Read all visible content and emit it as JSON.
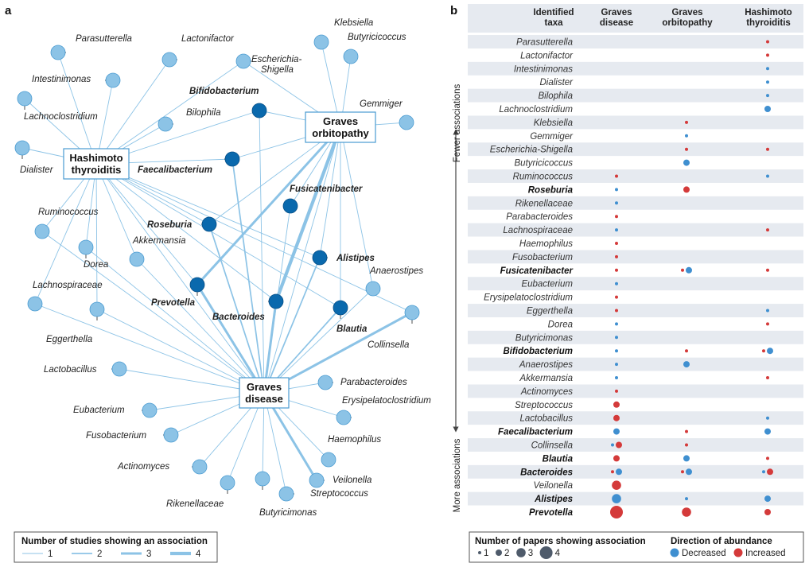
{
  "panels": {
    "a": "a",
    "b": "b"
  },
  "colors": {
    "edge": "#8cc3e6",
    "node": "#8cc3e6",
    "node_stroke": "#4a9bd1",
    "bold_node": "#0a69ad",
    "decreased": "#3f8fd0",
    "increased": "#d43a3a",
    "stripe": "#e6eaf0"
  },
  "network": {
    "hubs": [
      {
        "id": "H",
        "lines": [
          "Hashimoto",
          "thyroiditis"
        ]
      },
      {
        "id": "O",
        "lines": [
          "Graves",
          "orbitopathy"
        ]
      },
      {
        "id": "G",
        "lines": [
          "Graves",
          "disease"
        ]
      }
    ],
    "nodes": [
      {
        "id": "parasutterella",
        "label": "Parasutterella",
        "bold": false
      },
      {
        "id": "lactonifactor",
        "label": "Lactonifactor",
        "bold": false
      },
      {
        "id": "escherichia",
        "label": "Escherichia-",
        "label2": "Shigella",
        "bold": false
      },
      {
        "id": "klebsiella",
        "label": "Klebsiella",
        "bold": false
      },
      {
        "id": "butyricicoccus",
        "label": "Butyricicoccus",
        "bold": false
      },
      {
        "id": "intestinimonas",
        "label": "Intestinimonas",
        "bold": false
      },
      {
        "id": "bifidobacterium",
        "label": "Bifidobacterium",
        "bold": true
      },
      {
        "id": "gemmiger",
        "label": "Gemmiger",
        "bold": false
      },
      {
        "id": "lachnoclostridium",
        "label": "Lachnoclostridium",
        "bold": false
      },
      {
        "id": "bilophila",
        "label": "Bilophila",
        "bold": false
      },
      {
        "id": "dialister",
        "label": "Dialister",
        "bold": false
      },
      {
        "id": "faecalibacterium",
        "label": "Faecalibacterium",
        "bold": true
      },
      {
        "id": "fusicatenibacter",
        "label": "Fusicatenibacter",
        "bold": true
      },
      {
        "id": "ruminococcus",
        "label": "Ruminococcus",
        "bold": false
      },
      {
        "id": "roseburia",
        "label": "Roseburia",
        "bold": true
      },
      {
        "id": "akkermansia",
        "label": "Akkermansia",
        "bold": false
      },
      {
        "id": "dorea",
        "label": "Dorea",
        "bold": false
      },
      {
        "id": "alistipes",
        "label": "Alistipes",
        "bold": true
      },
      {
        "id": "anaerostipes",
        "label": "Anaerostipes",
        "bold": false
      },
      {
        "id": "lachnospiraceae",
        "label": "Lachnospiraceae",
        "bold": false
      },
      {
        "id": "prevotella",
        "label": "Prevotella",
        "bold": true
      },
      {
        "id": "bacteroides",
        "label": "Bacteroides",
        "bold": true
      },
      {
        "id": "blautia",
        "label": "Blautia",
        "bold": true
      },
      {
        "id": "eggerthella",
        "label": "Eggerthella",
        "bold": false
      },
      {
        "id": "collinsella",
        "label": "Collinsella",
        "bold": false
      },
      {
        "id": "lactobacillus",
        "label": "Lactobacillus",
        "bold": false
      },
      {
        "id": "parabacteroides",
        "label": "Parabacteroides",
        "bold": false
      },
      {
        "id": "erysipelatoclostridium",
        "label": "Erysipelatoclostridium",
        "bold": false
      },
      {
        "id": "eubacterium",
        "label": "Eubacterium",
        "bold": false
      },
      {
        "id": "fusobacterium",
        "label": "Fusobacterium",
        "bold": false
      },
      {
        "id": "haemophilus",
        "label": "Haemophilus",
        "bold": false
      },
      {
        "id": "actinomyces",
        "label": "Actinomyces",
        "bold": false
      },
      {
        "id": "veilonella",
        "label": "Veilonella",
        "bold": false
      },
      {
        "id": "streptococcus",
        "label": "Streptococcus",
        "bold": false
      },
      {
        "id": "rikenellaceae",
        "label": "Rikenellaceae",
        "bold": false
      },
      {
        "id": "butyricimonas",
        "label": "Butyricimonas",
        "bold": false
      }
    ],
    "edges": [
      [
        "parasutterella",
        "H",
        1
      ],
      [
        "lactonifactor",
        "H",
        1
      ],
      [
        "intestinimonas",
        "H",
        1
      ],
      [
        "lachnoclostridium",
        "H",
        1
      ],
      [
        "dialister",
        "H",
        1
      ],
      [
        "bilophila",
        "H",
        1
      ],
      [
        "ruminococcus",
        "H",
        1
      ],
      [
        "lachnospiraceae",
        "H",
        1
      ],
      [
        "eggerthella",
        "H",
        1
      ],
      [
        "dorea",
        "H",
        1
      ],
      [
        "akkermansia",
        "H",
        1
      ],
      [
        "blautia",
        "H",
        1
      ],
      [
        "collinsella",
        "H",
        1
      ],
      [
        "bifidobacterium",
        "H",
        1
      ],
      [
        "faecalibacterium",
        "H",
        1
      ],
      [
        "roseburia",
        "H",
        1
      ],
      [
        "alistipes",
        "H",
        1
      ],
      [
        "prevotella",
        "H",
        1
      ],
      [
        "bacteroides",
        "H",
        1
      ],
      [
        "H",
        "G",
        1
      ],
      [
        "escherichia",
        "H",
        1
      ],
      [
        "escherichia",
        "O",
        1
      ],
      [
        "klebsiella",
        "O",
        1
      ],
      [
        "butyricicoccus",
        "O",
        1
      ],
      [
        "gemmiger",
        "O",
        1
      ],
      [
        "bifidobacterium",
        "O",
        1
      ],
      [
        "faecalibacterium",
        "O",
        1
      ],
      [
        "fusicatenibacter",
        "O",
        1
      ],
      [
        "alistipes",
        "O",
        1
      ],
      [
        "anaerostipes",
        "O",
        1
      ],
      [
        "roseburia",
        "O",
        1
      ],
      [
        "prevotella",
        "O",
        3
      ],
      [
        "bacteroides",
        "O",
        4
      ],
      [
        "blautia",
        "O",
        1
      ],
      [
        "O",
        "G",
        1
      ],
      [
        "ruminococcus",
        "G",
        1
      ],
      [
        "roseburia",
        "G",
        2
      ],
      [
        "akkermansia",
        "G",
        1
      ],
      [
        "dorea",
        "G",
        1
      ],
      [
        "lachnospiraceae",
        "G",
        1
      ],
      [
        "eggerthella",
        "G",
        1
      ],
      [
        "lactobacillus",
        "G",
        1
      ],
      [
        "prevotella",
        "G",
        3
      ],
      [
        "bacteroides",
        "G",
        3
      ],
      [
        "blautia",
        "G",
        2
      ],
      [
        "alistipes",
        "G",
        2
      ],
      [
        "fusicatenibacter",
        "G",
        1
      ],
      [
        "faecalibacterium",
        "G",
        2
      ],
      [
        "bifidobacterium",
        "G",
        1
      ],
      [
        "anaerostipes",
        "G",
        1
      ],
      [
        "collinsella",
        "G",
        3
      ],
      [
        "parabacteroides",
        "G",
        1
      ],
      [
        "erysipelatoclostridium",
        "G",
        1
      ],
      [
        "eubacterium",
        "G",
        1
      ],
      [
        "fusobacterium",
        "G",
        1
      ],
      [
        "haemophilus",
        "G",
        1
      ],
      [
        "actinomyces",
        "G",
        1
      ],
      [
        "veilonella",
        "G",
        3
      ],
      [
        "streptococcus",
        "G",
        1
      ],
      [
        "rikenellaceae",
        "G",
        1
      ],
      [
        "butyricimonas",
        "G",
        1
      ]
    ]
  },
  "legend_a": {
    "title": "Number of studies showing an association",
    "items": [
      {
        "label": "1",
        "w": 1
      },
      {
        "label": "2",
        "w": 2
      },
      {
        "label": "3",
        "w": 3
      },
      {
        "label": "4",
        "w": 4
      }
    ]
  },
  "matrix": {
    "headers": [
      [
        "Identified",
        "taxa"
      ],
      [
        "Graves",
        "disease"
      ],
      [
        "Graves",
        "orbitopathy"
      ],
      [
        "Hashimoto",
        "thyroiditis"
      ]
    ],
    "side_top": "Fewer associations",
    "side_bottom": "More associations",
    "rows": [
      {
        "taxon": "Parasutterella",
        "bold": false,
        "cells": [
          [],
          [],
          [
            [
              "I",
              1
            ]
          ]
        ]
      },
      {
        "taxon": "Lactonifactor",
        "bold": false,
        "cells": [
          [],
          [],
          [
            [
              "I",
              1
            ]
          ]
        ]
      },
      {
        "taxon": "Intestinimonas",
        "bold": false,
        "cells": [
          [],
          [],
          [
            [
              "D",
              1
            ]
          ]
        ]
      },
      {
        "taxon": "Dialister",
        "bold": false,
        "cells": [
          [],
          [],
          [
            [
              "D",
              1
            ]
          ]
        ]
      },
      {
        "taxon": "Bilophila",
        "bold": false,
        "cells": [
          [],
          [],
          [
            [
              "D",
              1
            ]
          ]
        ]
      },
      {
        "taxon": "Lachnoclostridium",
        "bold": false,
        "cells": [
          [],
          [],
          [
            [
              "D",
              2
            ]
          ]
        ]
      },
      {
        "taxon": "Klebsiella",
        "bold": false,
        "cells": [
          [],
          [
            [
              "I",
              1
            ]
          ],
          []
        ]
      },
      {
        "taxon": "Gemmiger",
        "bold": false,
        "cells": [
          [],
          [
            [
              "D",
              1
            ]
          ],
          []
        ]
      },
      {
        "taxon": "Escherichia-Shigella",
        "bold": false,
        "cells": [
          [],
          [
            [
              "I",
              1
            ]
          ],
          [
            [
              "I",
              1
            ]
          ]
        ]
      },
      {
        "taxon": "Butyricicoccus",
        "bold": false,
        "cells": [
          [],
          [
            [
              "D",
              2
            ]
          ],
          []
        ]
      },
      {
        "taxon": "Ruminococcus",
        "bold": false,
        "cells": [
          [
            [
              "I",
              1
            ]
          ],
          [],
          [
            [
              "D",
              1
            ]
          ]
        ]
      },
      {
        "taxon": "Roseburia",
        "bold": true,
        "cells": [
          [
            [
              "D",
              1
            ]
          ],
          [
            [
              "I",
              2
            ]
          ],
          []
        ]
      },
      {
        "taxon": "Rikenellaceae",
        "bold": false,
        "cells": [
          [
            [
              "D",
              1
            ]
          ],
          [],
          []
        ]
      },
      {
        "taxon": "Parabacteroides",
        "bold": false,
        "cells": [
          [
            [
              "I",
              1
            ]
          ],
          [],
          []
        ]
      },
      {
        "taxon": "Lachnospiraceae",
        "bold": false,
        "cells": [
          [
            [
              "D",
              1
            ]
          ],
          [],
          [
            [
              "I",
              1
            ]
          ]
        ]
      },
      {
        "taxon": "Haemophilus",
        "bold": false,
        "cells": [
          [
            [
              "I",
              1
            ]
          ],
          [],
          []
        ]
      },
      {
        "taxon": "Fusobacterium",
        "bold": false,
        "cells": [
          [
            [
              "I",
              1
            ]
          ],
          [],
          []
        ]
      },
      {
        "taxon": "Fusicatenibacter",
        "bold": true,
        "cells": [
          [
            [
              "I",
              1
            ]
          ],
          [
            [
              "I",
              1
            ],
            [
              "D",
              2
            ]
          ],
          [
            [
              "I",
              1
            ]
          ]
        ]
      },
      {
        "taxon": "Eubacterium",
        "bold": false,
        "cells": [
          [
            [
              "D",
              1
            ]
          ],
          [],
          []
        ]
      },
      {
        "taxon": "Erysipelatoclostridium",
        "bold": false,
        "cells": [
          [
            [
              "I",
              1
            ]
          ],
          [],
          []
        ]
      },
      {
        "taxon": "Eggerthella",
        "bold": false,
        "cells": [
          [
            [
              "I",
              1
            ]
          ],
          [],
          [
            [
              "D",
              1
            ]
          ]
        ]
      },
      {
        "taxon": "Dorea",
        "bold": false,
        "cells": [
          [
            [
              "D",
              1
            ]
          ],
          [],
          [
            [
              "I",
              1
            ]
          ]
        ]
      },
      {
        "taxon": "Butyricimonas",
        "bold": false,
        "cells": [
          [
            [
              "D",
              1
            ]
          ],
          [],
          []
        ]
      },
      {
        "taxon": "Bifidobacterium",
        "bold": true,
        "cells": [
          [
            [
              "D",
              1
            ]
          ],
          [
            [
              "I",
              1
            ]
          ],
          [
            [
              "I",
              1
            ],
            [
              "D",
              2
            ]
          ]
        ]
      },
      {
        "taxon": "Anaerostipes",
        "bold": false,
        "cells": [
          [
            [
              "D",
              1
            ]
          ],
          [
            [
              "D",
              2
            ]
          ],
          []
        ]
      },
      {
        "taxon": "Akkermansia",
        "bold": false,
        "cells": [
          [
            [
              "D",
              1
            ]
          ],
          [],
          [
            [
              "I",
              1
            ]
          ]
        ]
      },
      {
        "taxon": "Actinomyces",
        "bold": false,
        "cells": [
          [
            [
              "I",
              1
            ]
          ],
          [],
          []
        ]
      },
      {
        "taxon": "Streptococcus",
        "bold": false,
        "cells": [
          [
            [
              "I",
              2
            ]
          ],
          [],
          []
        ]
      },
      {
        "taxon": "Lactobacillus",
        "bold": false,
        "cells": [
          [
            [
              "I",
              2
            ]
          ],
          [],
          [
            [
              "D",
              1
            ]
          ]
        ]
      },
      {
        "taxon": "Faecalibacterium",
        "bold": true,
        "cells": [
          [
            [
              "D",
              2
            ]
          ],
          [
            [
              "I",
              1
            ]
          ],
          [
            [
              "D",
              2
            ]
          ]
        ]
      },
      {
        "taxon": "Collinsella",
        "bold": false,
        "cells": [
          [
            [
              "D",
              1
            ],
            [
              "I",
              2
            ]
          ],
          [
            [
              "I",
              1
            ]
          ],
          []
        ]
      },
      {
        "taxon": "Blautia",
        "bold": true,
        "cells": [
          [
            [
              "I",
              2
            ]
          ],
          [
            [
              "D",
              2
            ]
          ],
          [
            [
              "I",
              1
            ]
          ]
        ]
      },
      {
        "taxon": "Bacteroides",
        "bold": true,
        "cells": [
          [
            [
              "I",
              1
            ],
            [
              "D",
              2
            ]
          ],
          [
            [
              "I",
              1
            ],
            [
              "D",
              2
            ]
          ],
          [
            [
              "D",
              1
            ],
            [
              "I",
              2
            ]
          ]
        ]
      },
      {
        "taxon": "Veilonella",
        "bold": false,
        "cells": [
          [
            [
              "I",
              3
            ]
          ],
          [],
          []
        ]
      },
      {
        "taxon": "Alistipes",
        "bold": true,
        "cells": [
          [
            [
              "D",
              3
            ]
          ],
          [
            [
              "D",
              1
            ]
          ],
          [
            [
              "D",
              2
            ]
          ]
        ]
      },
      {
        "taxon": "Prevotella",
        "bold": true,
        "cells": [
          [
            [
              "I",
              4
            ]
          ],
          [
            [
              "I",
              3
            ]
          ],
          [
            [
              "I",
              2
            ]
          ]
        ]
      }
    ]
  },
  "legend_b": {
    "count_title": "Number of papers showing association",
    "counts": [
      "1",
      "2",
      "3",
      "4"
    ],
    "dir_title": "Direction of abundance",
    "dirs": [
      "Decreased",
      "Increased"
    ]
  }
}
